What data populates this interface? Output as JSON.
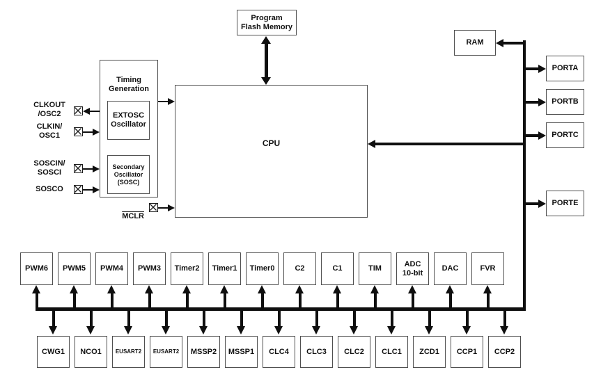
{
  "blocks": {
    "program_flash": {
      "label": "Program\nFlash Memory"
    },
    "timing": {
      "label": "Timing\nGeneration"
    },
    "extosc": {
      "label": "EXTOSC\nOscillator"
    },
    "sosc": {
      "label": "Secondary\nOscillator\n(SOSC)"
    },
    "cpu": {
      "label": "CPU"
    },
    "ram": {
      "label": "RAM"
    }
  },
  "pins": [
    {
      "label": "CLKOUT\n/OSC2",
      "direction": "output"
    },
    {
      "label": "CLKIN/\nOSC1",
      "direction": "input"
    },
    {
      "label": "SOSCIN/\nSOSCI",
      "direction": "input"
    },
    {
      "label": "SOSCO",
      "direction": "input"
    },
    {
      "label": "MCLR",
      "direction": "input",
      "active_low": true
    }
  ],
  "ports": {
    "labels": [
      "PORTA",
      "PORTB",
      "PORTC",
      "PORTE"
    ]
  },
  "peripherals": {
    "top_row": [
      "PWM6",
      "PWM5",
      "PWM4",
      "PWM3",
      "Timer2",
      "Timer1",
      "Timer0",
      "C2",
      "C1",
      "TIM",
      "ADC\n10-bit",
      "DAC",
      "FVR"
    ],
    "bottom_row": [
      "CWG1",
      "NCO1",
      "EUSART2",
      "EUSART2",
      "MSSP2",
      "MSSP1",
      "CLC4",
      "CLC3",
      "CLC2",
      "CLC1",
      "ZCD1",
      "CCP1",
      "CCP2"
    ]
  },
  "colors": {
    "line": "#0f0f0f",
    "box_border": "#4f4f4f",
    "text": "#111111",
    "background": "#ffffff"
  }
}
